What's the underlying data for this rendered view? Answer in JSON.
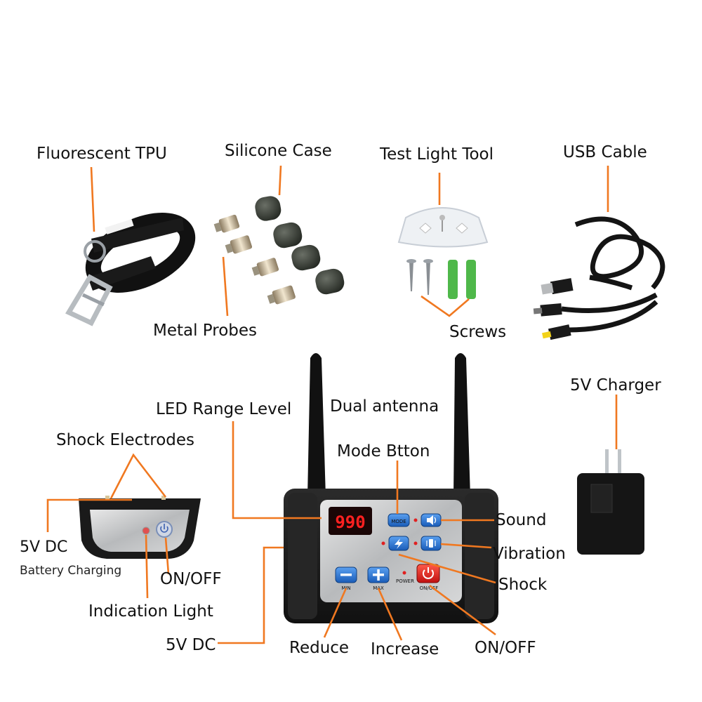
{
  "callouts": {
    "fluorescent_tpu": "Fluorescent TPU",
    "silicone_case": "Silicone Case",
    "test_light_tool": "Test Light Tool",
    "usb_cable": "USB Cable",
    "metal_probes": "Metal Probes",
    "screws": "Screws",
    "led_range_level": "LED Range Level",
    "dual_antenna": "Dual antenna",
    "mode_button": "Mode Btton",
    "five_v_charger": "5V Charger",
    "shock_electrodes": "Shock Electrodes",
    "five_v_dc_collar": "5V DC",
    "battery_charging": "Battery Charging",
    "collar_on_off": "ON/OFF",
    "indication_light": "Indication Light",
    "five_v_dc_remote": "5V DC",
    "sound": "Sound",
    "vibration": "Vibration",
    "shock": "Shock",
    "reduce": "Reduce",
    "increase": "Increase",
    "remote_on_off": "ON/OFF"
  },
  "panel": {
    "led_readout": "990",
    "mode_key": "MODE",
    "min_key": "MIN",
    "max_key": "MAX",
    "power_label": "POWER",
    "on_off_key": "ON/OFF"
  },
  "colors": {
    "leader": "#f07820",
    "led_red": "#ff2020",
    "key_blue": "#1e6fd0",
    "key_red": "#d81e1e"
  }
}
